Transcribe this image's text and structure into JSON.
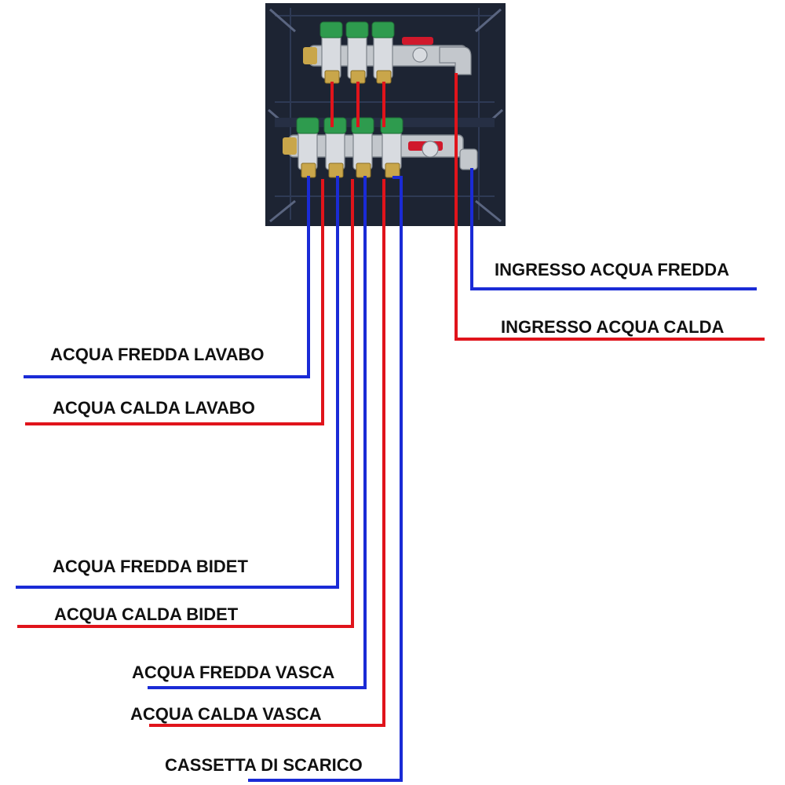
{
  "colors": {
    "cold": "#1a2bd6",
    "hot": "#e0141b",
    "box_bg": "#1d2433",
    "box_grid": "#2e3a55",
    "manifold_brass": "#c9a64a",
    "manifold_chrome": "#c3c7cc",
    "valve_green": "#2e9b4e",
    "lever_red": "#d0182b"
  },
  "labels": {
    "ingresso_fredda": "INGRESSO ACQUA FREDDA",
    "ingresso_calda": "INGRESSO ACQUA CALDA",
    "fredda_lavabo": "ACQUA FREDDA LAVABO",
    "calda_lavabo": "ACQUA CALDA LAVABO",
    "fredda_bidet": "ACQUA FREDDA BIDET",
    "calda_bidet": "ACQUA CALDA BIDET",
    "fredda_vasca": "ACQUA FREDDA VASCA",
    "calda_vasca": "ACQUA CALDA VASCA",
    "cassetta": "CASSETTA DI SCARICO"
  }
}
